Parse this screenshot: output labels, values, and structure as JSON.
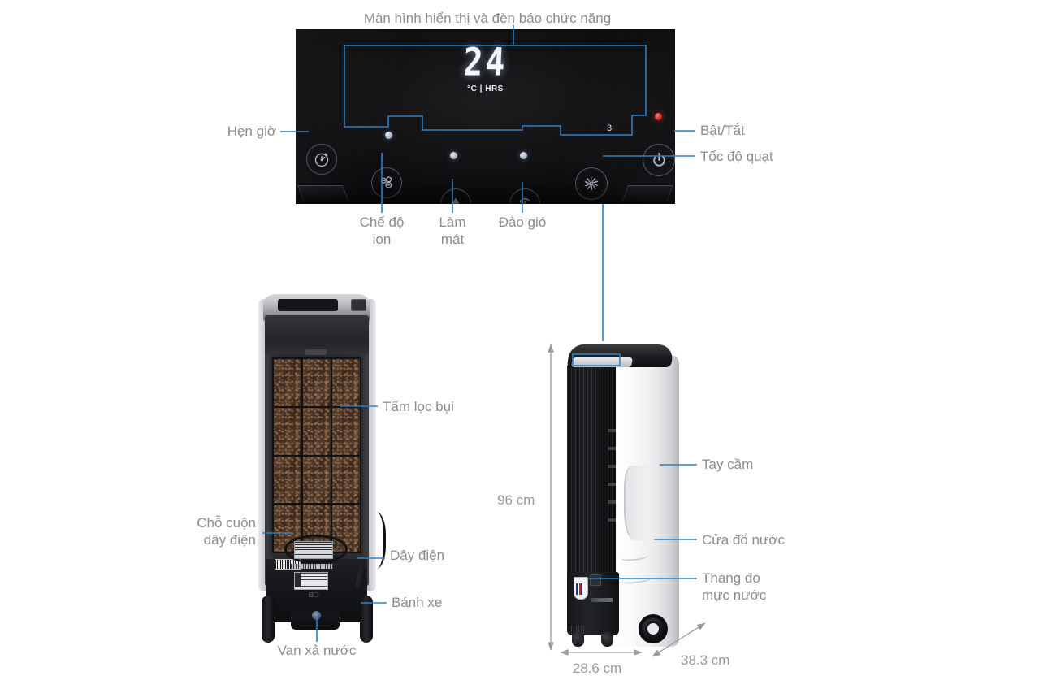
{
  "panel": {
    "display_value": "24",
    "display_units": "°C | HRS",
    "fan_speed_indicator": "3",
    "title_label": "Màn hình hiển thị và đèn báo chức năng",
    "buttons": {
      "timer": "Hẹn giờ",
      "ion_mode": "Chế độ\nion",
      "cool": "Làm\nmát",
      "swing": "Đảo gió",
      "power": "Bật/Tắt",
      "fan_speed": "Tốc độ quạt"
    },
    "icons": {
      "timer": "timer-icon",
      "ion": "ion-mode-icon",
      "cool": "water-drop-icon",
      "swing": "swing-air-icon",
      "fan": "fan-blade-icon",
      "power": "power-icon"
    }
  },
  "rear_view": {
    "labels": {
      "dust_filter": "Tấm lọc bụi",
      "cord_storage": "Chỗ cuộn\ndây điện",
      "power_cord": "Dây điện",
      "wheel": "Bánh xe",
      "drain_valve": "Van xả nước"
    }
  },
  "side_view": {
    "labels": {
      "handle": "Tay cầm",
      "water_door": "Cửa đổ nước",
      "water_gauge": "Thang đo\nmực nước"
    },
    "dimensions": {
      "height": "96 cm",
      "width": "28.6 cm",
      "depth": "38.3 cm"
    }
  },
  "colors": {
    "callout_blue": "#2f7fc1",
    "label_gray": "#8c8c8c",
    "dimension_gray": "#9a9a9a",
    "panel_black": "#111113",
    "led_red": "#e8342b"
  }
}
